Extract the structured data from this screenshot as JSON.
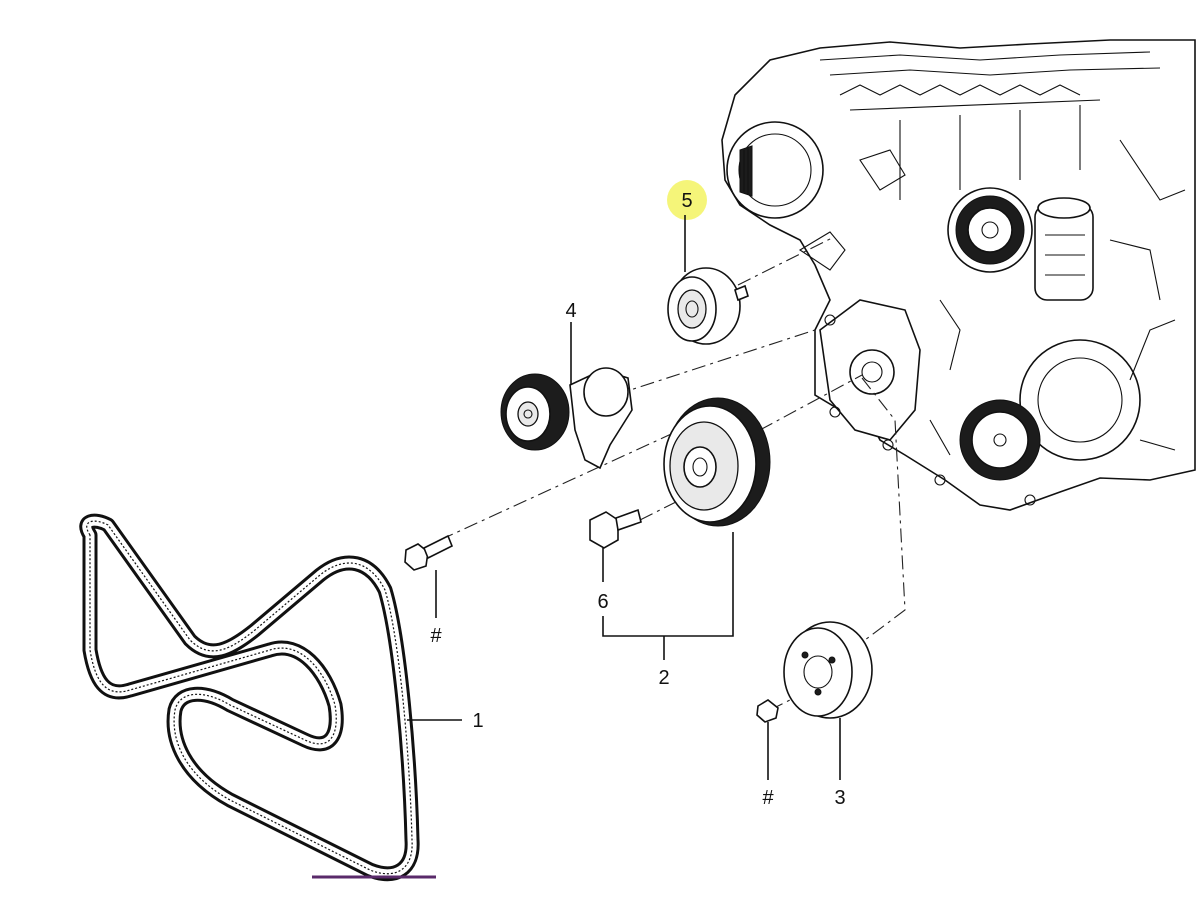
{
  "callouts": {
    "belt": "1",
    "crank_pulley": "2",
    "pulley": "3",
    "tensioner": "4",
    "idler": "5",
    "bolt": "6",
    "fastener_a": "#",
    "fastener_b": "#"
  },
  "colors": {
    "highlight": "#f4f46a",
    "line": "#111111",
    "belt_stripe": "#5a2a6a"
  }
}
